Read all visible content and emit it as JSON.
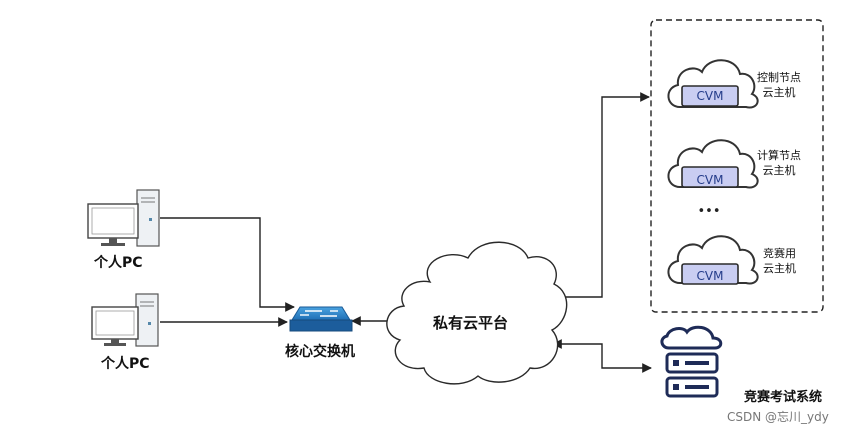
{
  "pcs": [
    {
      "label": "个人PC"
    },
    {
      "label": "个人PC"
    }
  ],
  "switch": {
    "label": "核心交换机"
  },
  "private_cloud": {
    "label": "私有云平台"
  },
  "cloud_hosts": [
    {
      "badge": "CVM",
      "label_line1": "控制节点",
      "label_line2": "云主机"
    },
    {
      "badge": "CVM",
      "label_line1": "计算节点",
      "label_line2": "云主机"
    },
    {
      "badge": "CVM",
      "label_line1": "竞赛用",
      "label_line2": "云主机"
    }
  ],
  "ellipsis": "•••",
  "exam_system": {
    "label": "竞赛考试系统"
  },
  "watermark": "CSDN @忘川_ydy"
}
